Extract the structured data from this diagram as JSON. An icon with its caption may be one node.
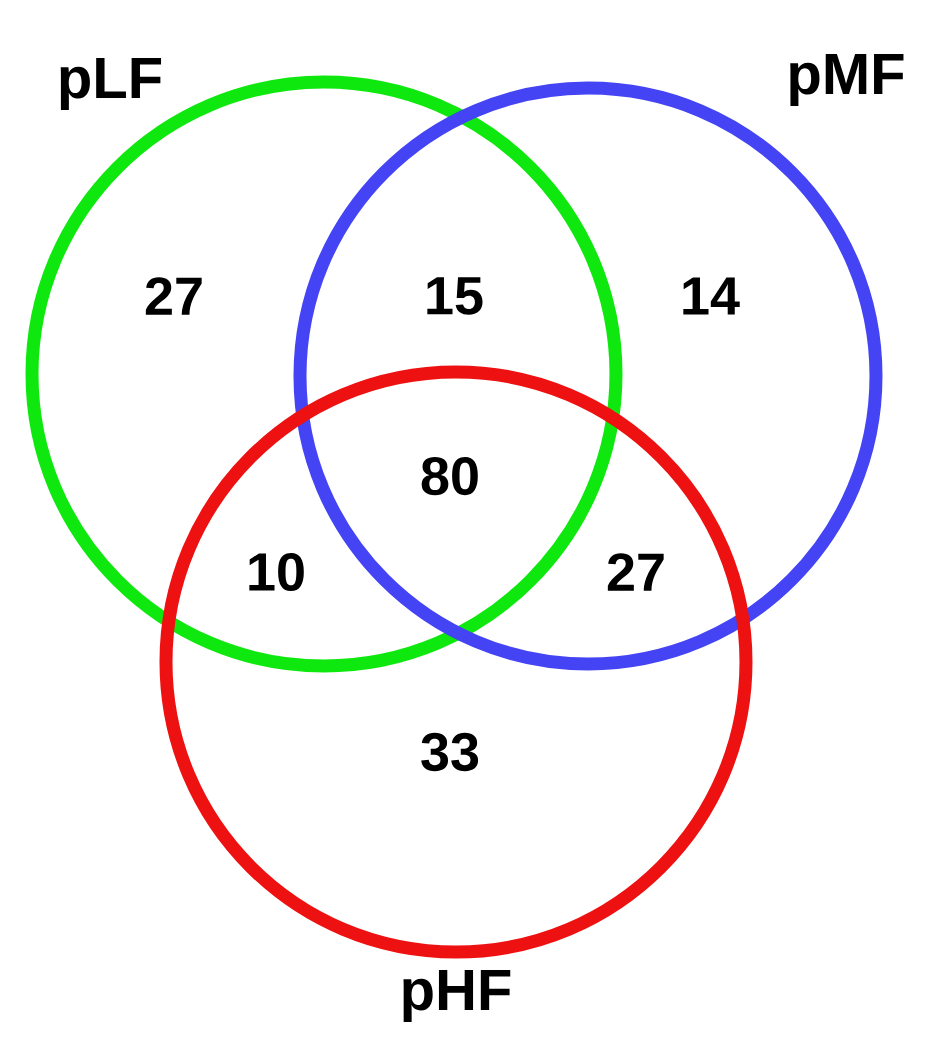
{
  "diagram": {
    "nodes": [
      {
        "text": [
          "pLF"
        ]
      },
      {
        "text": [
          "pMF"
        ]
      },
      {
        "text": [
          "pHF"
        ]
      }
    ],
    "labels": [
      "27",
      "15",
      "14",
      "80",
      "10",
      "27",
      "33"
    ]
  }
}
